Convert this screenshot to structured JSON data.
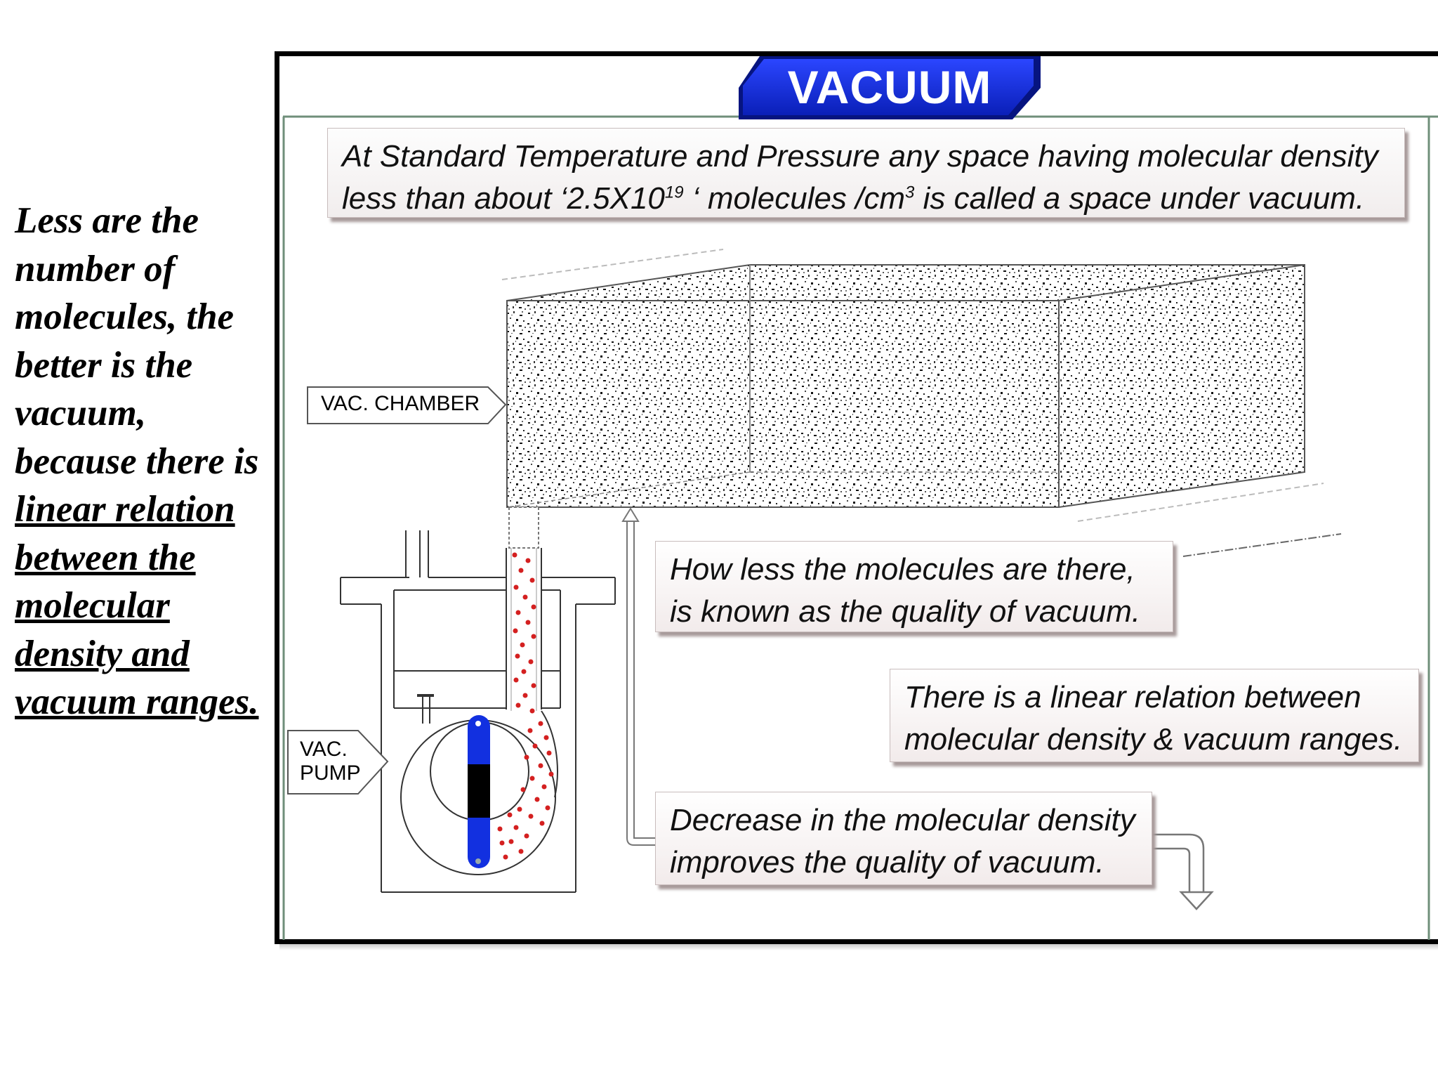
{
  "side_note": {
    "lines": [
      "Less are the",
      "number of",
      "molecules, the",
      "better is the",
      "vacuum,",
      "because there is"
    ],
    "underlined_lines": [
      "linear relation",
      "between the",
      "molecular",
      "density and",
      "vacuum ranges."
    ]
  },
  "title": "VACUUM",
  "definition": {
    "line1": "At Standard Temperature and Pressure  any space having molecular density",
    "line2_prefix": "less than about ‘2.5X10",
    "line2_exp": "19",
    "line2_mid": " ‘ molecules /cm",
    "line2_exp2": "3",
    "line2_suffix": " is called a space  under  vacuum."
  },
  "labels": {
    "chamber": "VAC. CHAMBER",
    "pump_line1": "VAC.",
    "pump_line2": "PUMP"
  },
  "callouts": {
    "quality": [
      "How less  the molecules are there,",
      "is known as the quality of vacuum."
    ],
    "linear": [
      "There  is a linear  relation  between",
      "molecular density & vacuum ranges."
    ],
    "decrease": [
      "Decrease in the molecular density",
      "improves  the  quality  of vacuum."
    ]
  },
  "colors": {
    "banner_blue": "#0a22c8",
    "banner_dark": "#061480",
    "dots_red": "#d42020",
    "rotor_blue": "#1230e0",
    "rotor_black": "#000000"
  }
}
